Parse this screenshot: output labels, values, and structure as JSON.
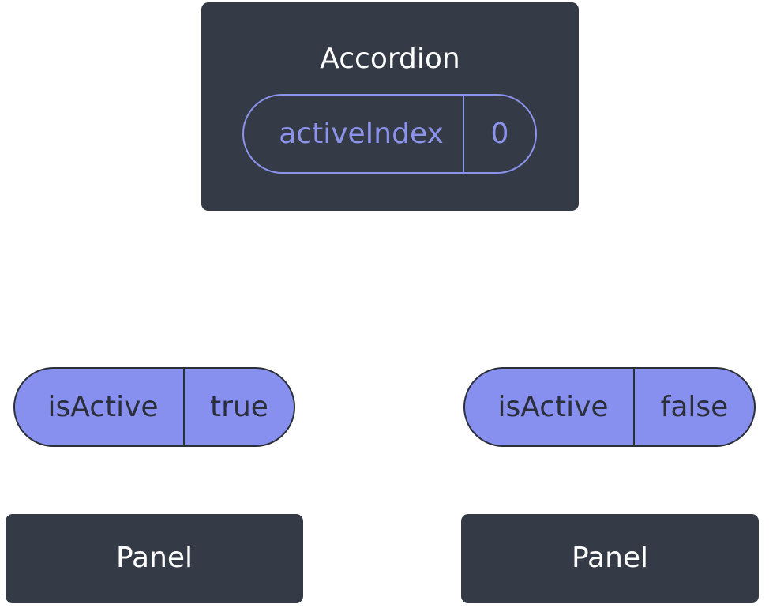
{
  "parent": {
    "title": "Accordion",
    "state": {
      "key": "activeIndex",
      "value": "0"
    }
  },
  "children": [
    {
      "title": "Panel",
      "prop": {
        "key": "isActive",
        "value": "true"
      }
    },
    {
      "title": "Panel",
      "prop": {
        "key": "isActive",
        "value": "false"
      }
    }
  ],
  "colors": {
    "node_background": "#353a47",
    "node_text": "#ffffff",
    "accent": "#8b93ea",
    "prop_fill": "#8890ef",
    "prop_text": "#2b2f3a"
  }
}
